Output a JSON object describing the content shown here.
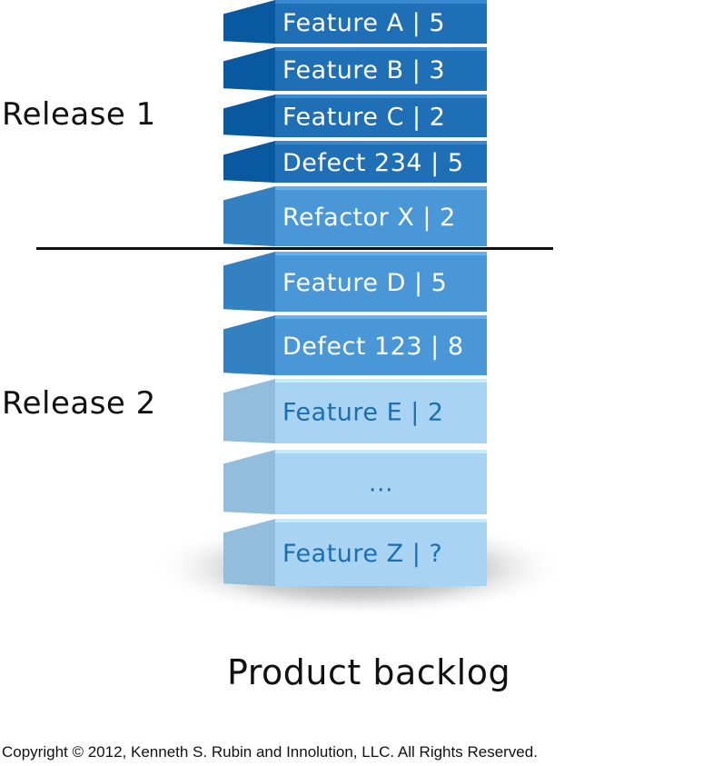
{
  "releases": [
    {
      "label": "Release 1"
    },
    {
      "label": "Release 2"
    }
  ],
  "backlog_items": [
    {
      "label": "Feature A | 5",
      "release": 1,
      "color": "#1f6fb6",
      "text_color": "#ffffff"
    },
    {
      "label": "Feature B | 3",
      "release": 1,
      "color": "#1f6fb6",
      "text_color": "#ffffff"
    },
    {
      "label": "Feature C | 2",
      "release": 1,
      "color": "#1f6fb6",
      "text_color": "#ffffff"
    },
    {
      "label": "Defect 234 | 5",
      "release": 1,
      "color": "#1f6fb6",
      "text_color": "#ffffff"
    },
    {
      "label": "Refactor X | 2",
      "release": 1,
      "color": "#4a97d8",
      "text_color": "#ffffff"
    },
    {
      "label": "Feature D | 5",
      "release": 2,
      "color": "#4a97d8",
      "text_color": "#ffffff"
    },
    {
      "label": "Defect 123 | 8",
      "release": 2,
      "color": "#4a97d8",
      "text_color": "#ffffff"
    },
    {
      "label": "Feature E | 2",
      "release": 2,
      "color": "#a9d3f2",
      "text_color": "#1a6fb3"
    },
    {
      "label": "...",
      "release": 2,
      "color": "#a9d3f2",
      "text_color": "#1a6fb3"
    },
    {
      "label": "Feature Z | ?",
      "release": 2,
      "color": "#a9d3f2",
      "text_color": "#1a6fb3"
    }
  ],
  "title": "Product backlog",
  "copyright": "Copyright © 2012, Kenneth S. Rubin and Innolution, LLC. All Rights Reserved."
}
